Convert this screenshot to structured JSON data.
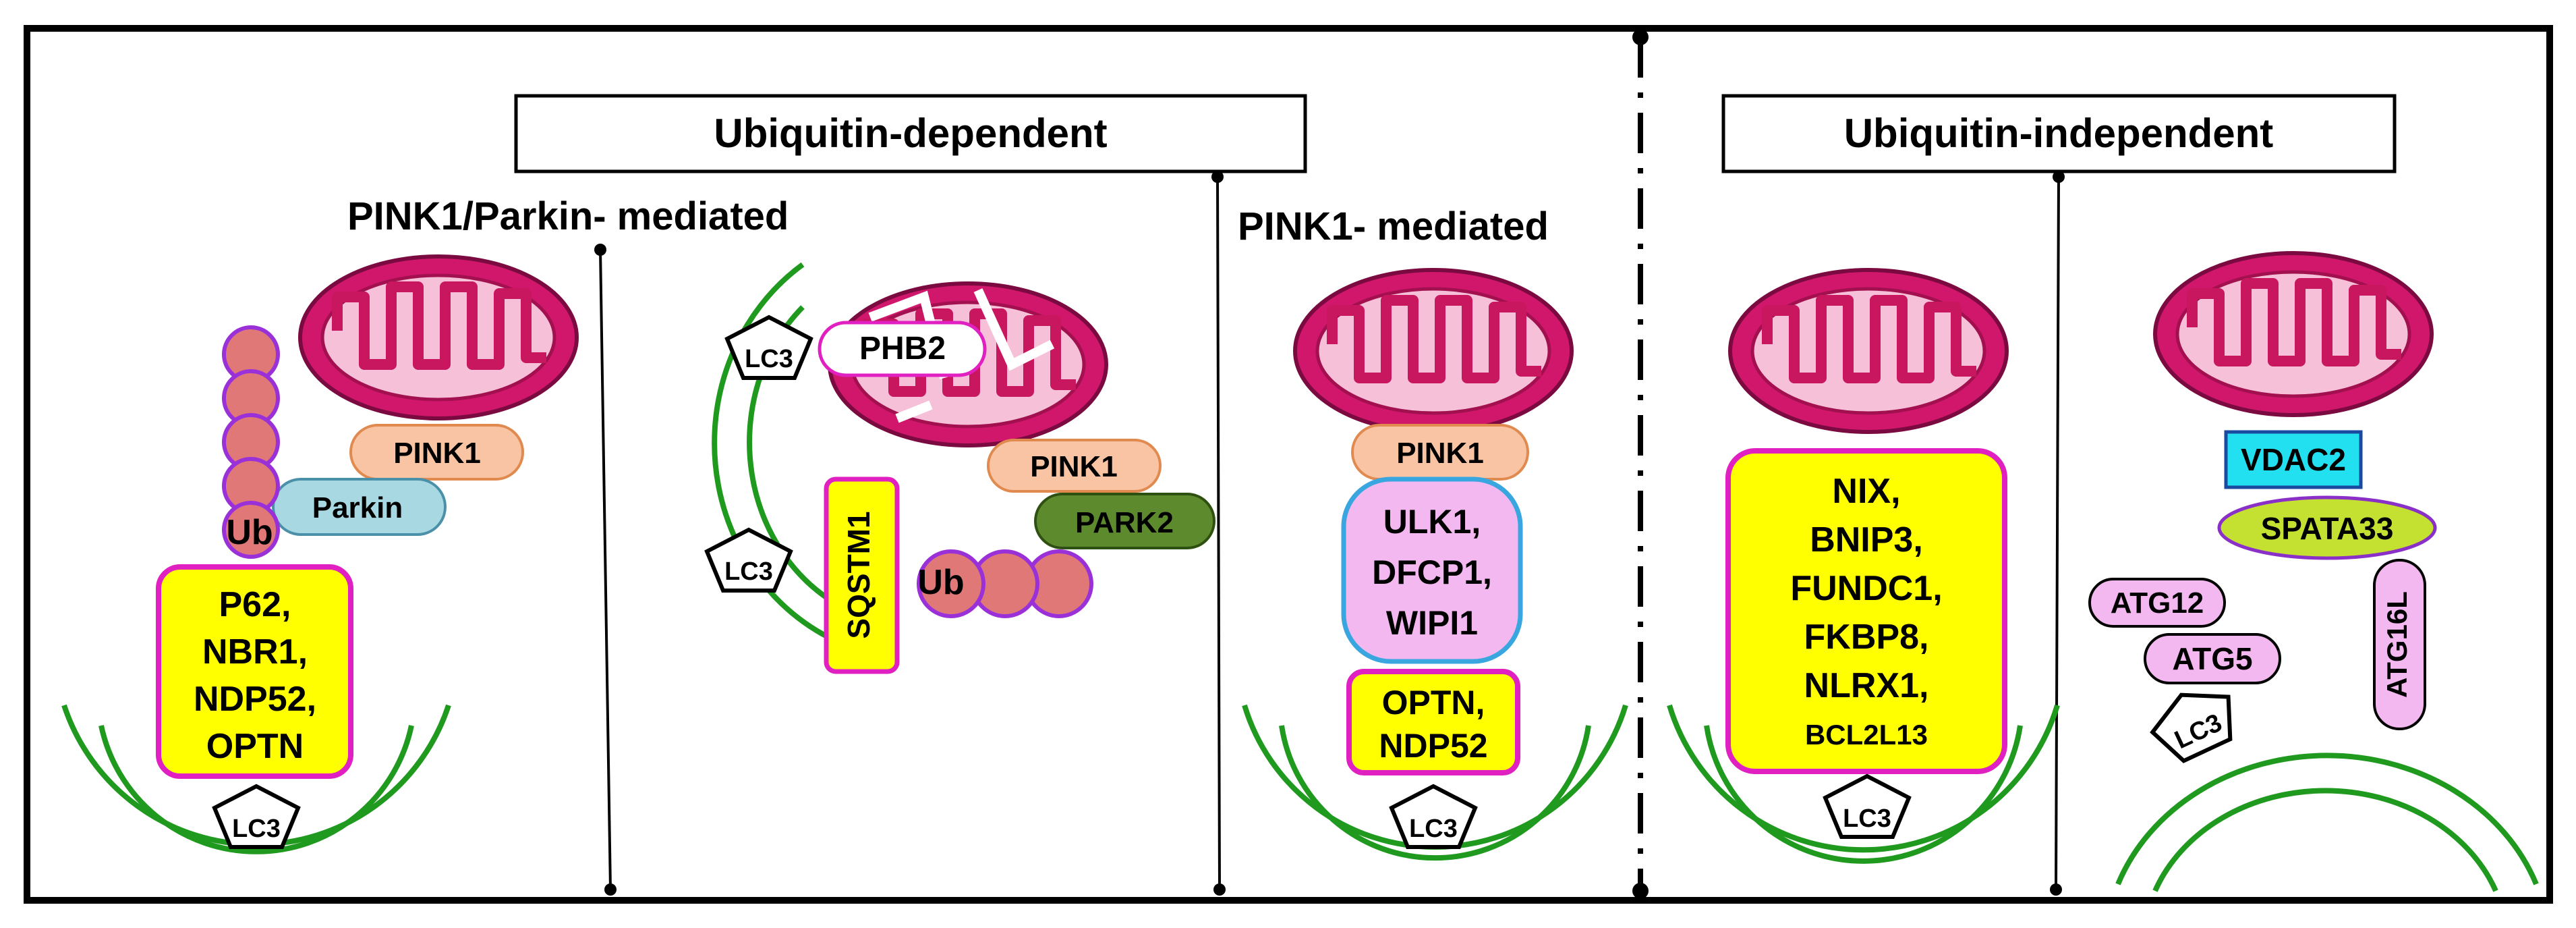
{
  "headers": {
    "ubiquitin_dependent": "Ubiquitin-dependent",
    "ubiquitin_independent": "Ubiquitin-independent"
  },
  "subtitles": {
    "pink1_parkin": "PINK1/Parkin- mediated",
    "pink1": "PINK1- mediated"
  },
  "panel1": {
    "pink1": "PINK1",
    "parkin": "Parkin",
    "ub": "Ub",
    "receptors": [
      "P62,",
      "NBR1,",
      "NDP52,",
      "OPTN"
    ],
    "lc3": "LC3"
  },
  "panel2": {
    "lc3_top": "LC3",
    "phb2": "PHB2",
    "pink1": "PINK1",
    "park2": "PARK2",
    "lc3_bottom": "LC3",
    "sqstm1": "SQSTM1",
    "ub": "Ub"
  },
  "panel3": {
    "pink1": "PINK1",
    "complex": [
      "ULK1,",
      "DFCP1,",
      "WIPI1"
    ],
    "receptors": [
      "OPTN,",
      "NDP52"
    ],
    "lc3": "LC3"
  },
  "panel4": {
    "receptors": [
      "NIX,",
      "BNIP3,",
      "FUNDC1,",
      "FKBP8,",
      "NLRX1,",
      "BCL2L13"
    ],
    "lc3": "LC3"
  },
  "panel5": {
    "vdac2": "VDAC2",
    "spata33": "SPATA33",
    "atg12": "ATG12",
    "atg5": "ATG5",
    "atg16l": "ATG16L",
    "lc3": "LC3"
  },
  "colors": {
    "mito_fill": "#d1176c",
    "mito_inner": "#f5c0d8",
    "membrane_green": "#1f9a1f",
    "receptor_yellow": "#ffff00",
    "receptor_border": "#e020c0",
    "pink1_fill": "#f8c4a4",
    "parkin_fill": "#a8d8e2",
    "park2_fill": "#5e8a2e",
    "ub_fill": "#e07878",
    "ub_border": "#9a30d8",
    "complex_fill": "#f4b8f0",
    "complex_border": "#3aa6e0",
    "vdac2_fill": "#22e0f0",
    "spata33_fill": "#c4e030",
    "atg_fill": "#f4b8f0"
  },
  "icons": {
    "mitochondrion": "mitochondrion-icon",
    "lc3": "pentagon-icon",
    "ubiquitin": "circle-icon",
    "phagophore": "double-arc-icon"
  }
}
